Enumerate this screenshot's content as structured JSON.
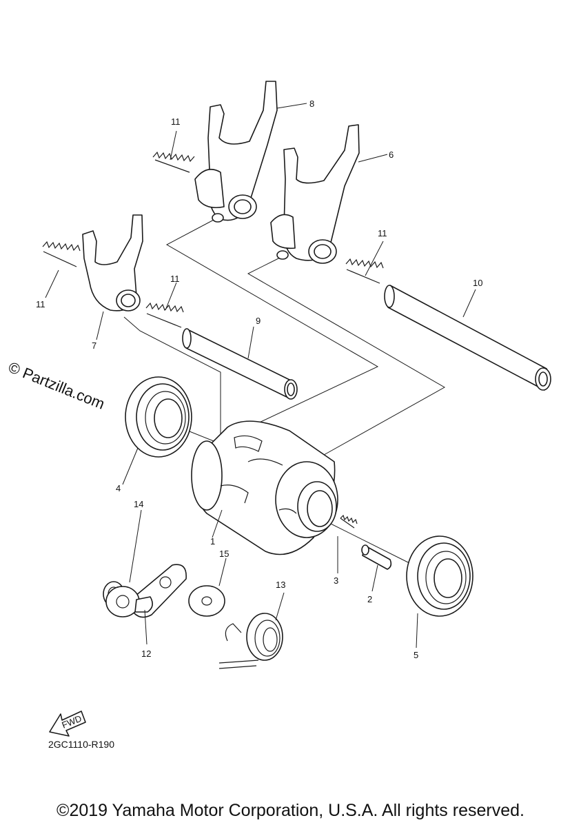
{
  "watermark": "© Partzilla.com",
  "diagram_code": "2GC1110-R190",
  "copyright": "©2019 Yamaha Motor Corporation, U.S.A. All rights reserved.",
  "fwd_label": "FWD",
  "callouts": [
    "1",
    "2",
    "3",
    "4",
    "5",
    "6",
    "7",
    "8",
    "9",
    "10",
    "11",
    "11",
    "11",
    "11",
    "12",
    "13",
    "14",
    "15"
  ]
}
